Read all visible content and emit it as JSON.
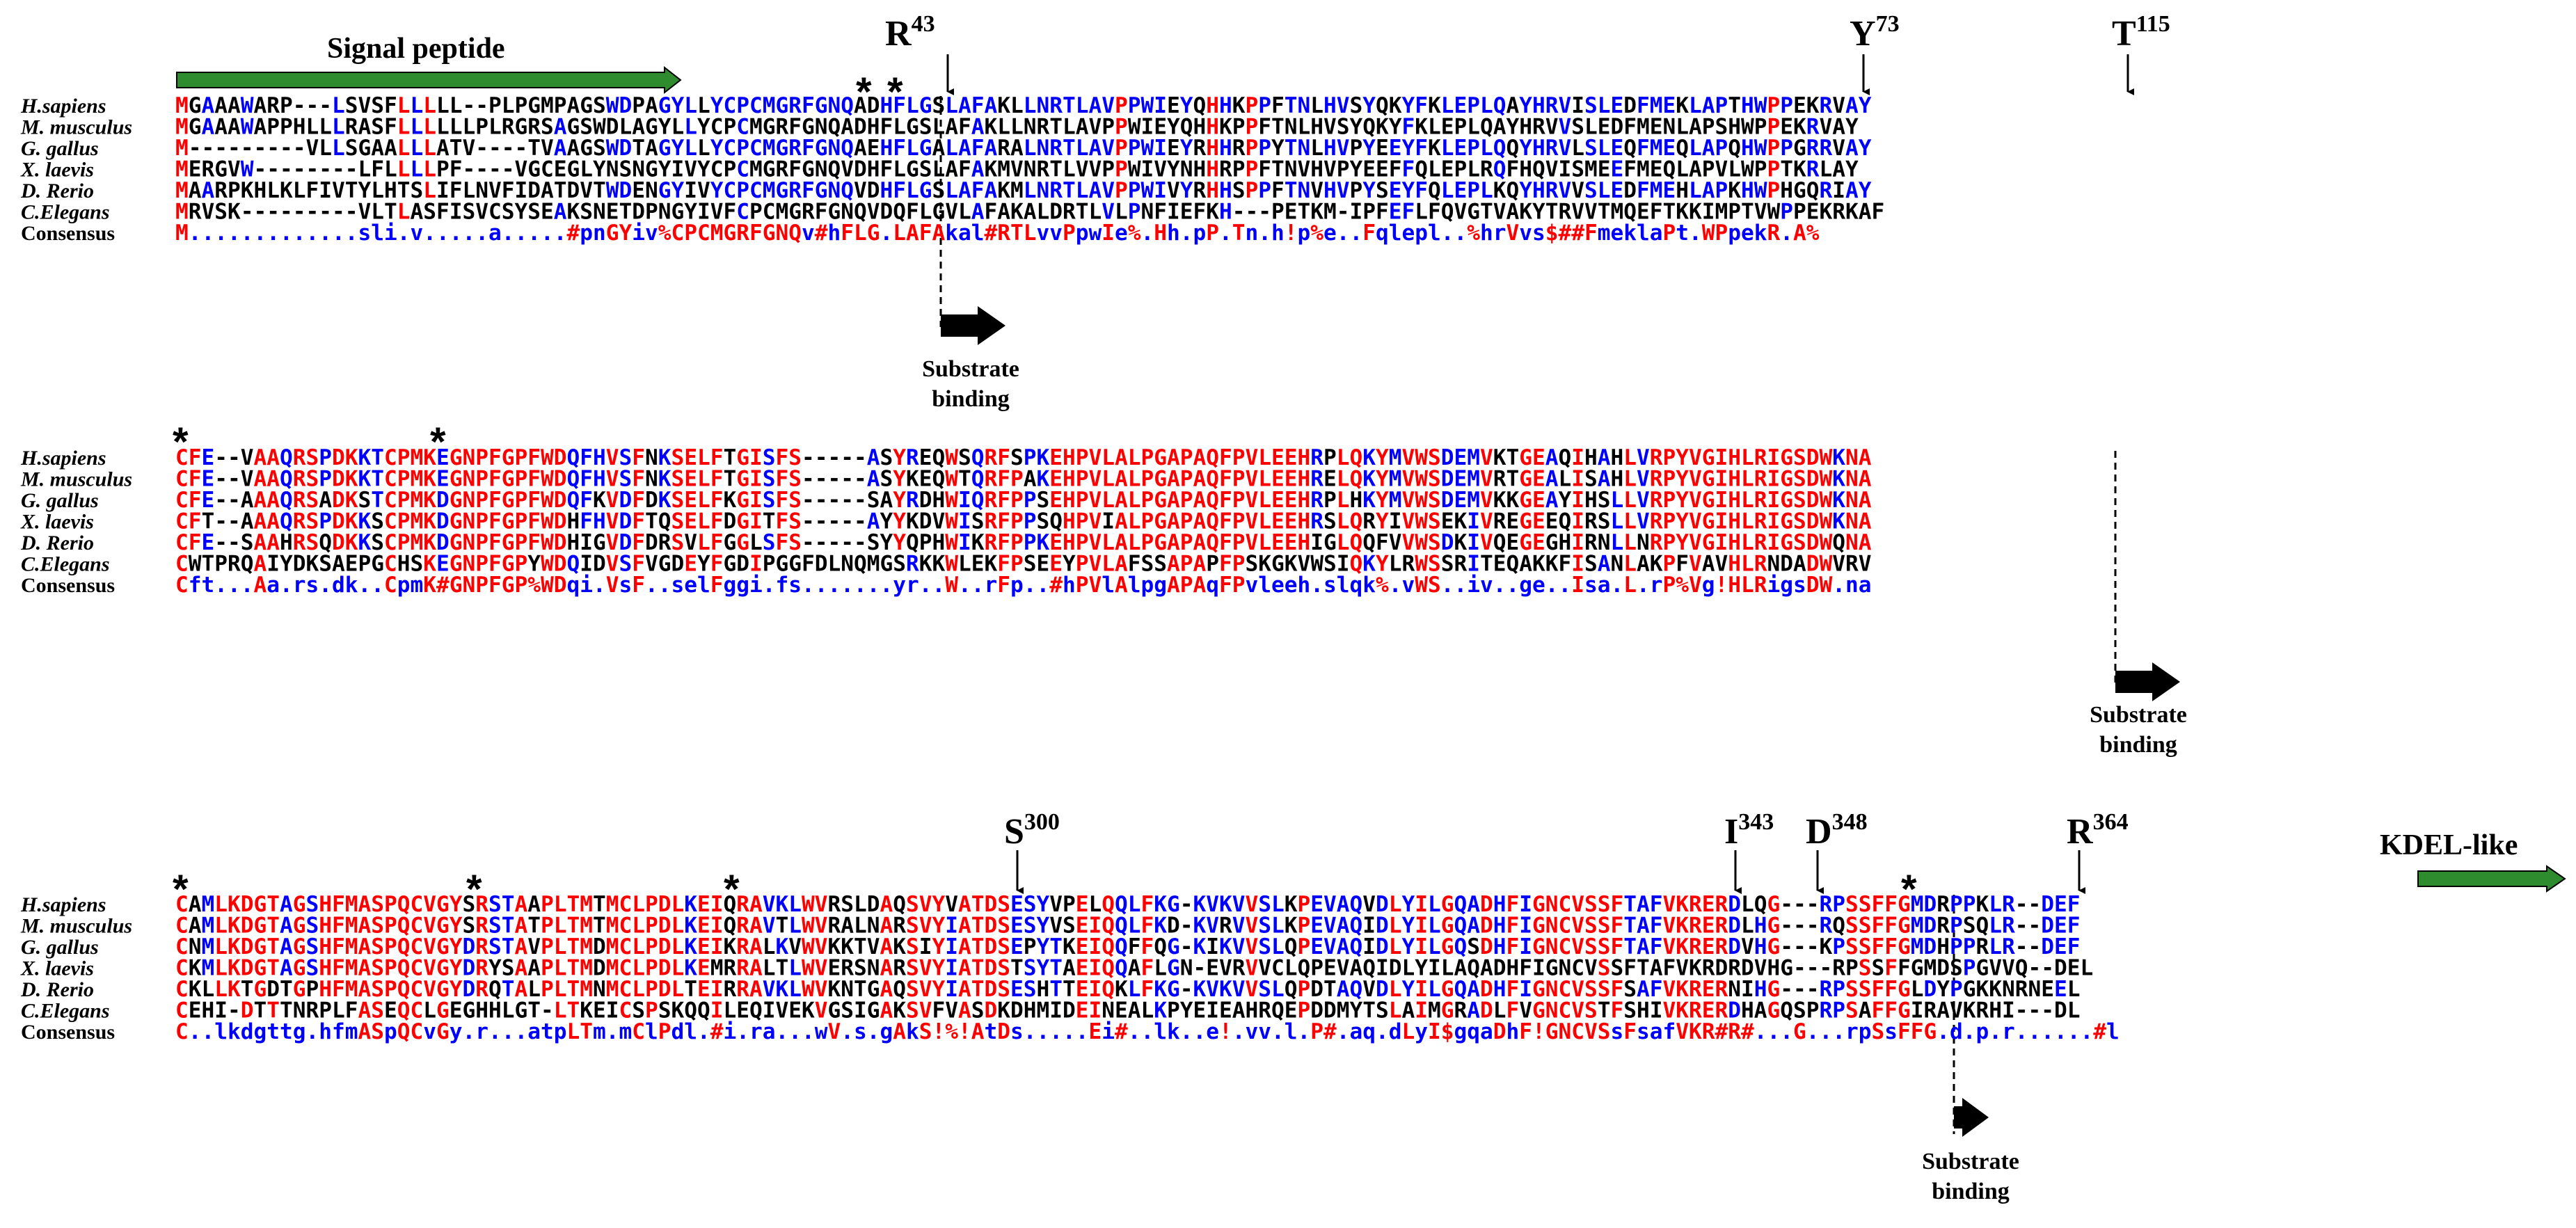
{
  "colors": {
    "identical": "#ff0000",
    "similar": "#0000ff",
    "other": "#000000",
    "arrow_green": "#2e8b2e"
  },
  "blocks": [
    {
      "rows": [
        {
          "label": "H.sapiens",
          "seq": "MGAAAWARP---LSVSFLLLLL--PLPGMPAGSWDPAGYLLYCPCMGRFGNQADHFLGSLAFAKLLNRTLAVPPWIEYQHHKPPFTNLHVSYQKYFKLEPLQAYHRVISLEDFMEKLAPTHWPPEKRVAY"
        },
        {
          "label": "M. musculus",
          "seq": "MGAAAWAPPHLLLRASFLLLLLLPLRGRSAGSWDLAGYLLYCPCMGRFGNQADHFLGSLAFAKLLNRTLAVPPWIEYQHHKPPFTNLHVSYQKYFKLEPLQAYHRVVSLEDFMENLAPSHWPPEKRVAY"
        },
        {
          "label": "G. gallus",
          "seq": "M---------VLLSGAALLLATV----TVAAGSWDTAGYLLYCPCMGRFGNQAEHFLGALAFARALNRTLAVPPWIEYRHHRPPYTNLHVPYEEYFKLEPLQQYHRVLSLEQFMEQLAPQHWPPGRRVAY"
        },
        {
          "label": "X. laevis",
          "seq": "MERGVW--------LFLLLLPF----VGCEGLYNSNGYIVYCPCMGRFGNQVDHFLGSLAFAKMVNRTLVVPPWIVYNHHRPPFTNVHVPYEEFFQLEPLRQFHQVISMEEFMEQLAPVLWPPTKRLAY"
        },
        {
          "label": "D. Rerio",
          "seq": "MAARPKHLKLFIVTYLHTSLIFLNVFIDATDVTWDENGYIVYCPCMGRFGNQVDHFLGSLAFAKMLNRTLAVPPWIVYRHHSPPFTNVHVPYSEYFQLEPLKQYHRVVSLEDFMEHLAPKHWPHGQRIAY"
        },
        {
          "label": "C.Elegans",
          "seq": "MRVSK---------VLTLASFISVCSYSEAKSNETDPNGYIVFCPCMGRFGNQVDQFLGVLAFAKALDRTLVLPNFIEFKH---PETKM-IPFEFLFQVGTVAKYTRVVTMQEFTKKIMPTVWPPEKRKAF"
        },
        {
          "label": "Consensus",
          "seq": "M.............sli.v.....a.....#pnGYiv%CPCMGRFGNQv#hFLG.LAFAkal#RTLvvPpwIe%.Hh.pP.Tn.h!p%e..Fqlepl..%hrVvs$##FmeklaPt.WPpekR.A%"
        }
      ]
    },
    {
      "rows": [
        {
          "label": "H.sapiens",
          "seq": "CFE--VAAQRSPDKKTCPMKEGNPFGPFWDQFHVSFNKSELFTGISFS-----ASYREQWSQRFSPKEHPVLALPGAPAQFPVLEEHRPLQKYMVWSDEMVKTGEAQIHAHLVRPYVGIHLRIGSDWKNA"
        },
        {
          "label": "M. musculus",
          "seq": "CFE--VAAQRSPDKKTCPMKEGNPFGPFWDQFHVSFNKSELFTGISFS-----ASYKEQWTQRFPAKEHPVLALPGAPAQFPVLEEHRELQKYMVWSDEMVRTGEALISAHLVRPYVGIHLRIGSDWKNA"
        },
        {
          "label": "G. gallus",
          "seq": "CFE--AAAQRSADKSTCPMKDGNPFGPFWDQFKVDFDKSELFKGISFS-----SAYRDHWIQRFPPSEHPVLALPGAPAQFPVLEEHRPLHKYMVWSDEMVKKGEAYIHSLLVRPYVGIHLRIGSDWKNA"
        },
        {
          "label": "X. laevis",
          "seq": "CFT--AAAQRSPDKKSCPMKDGNPFGPFWDHFHVDFTQSELFDGITFS-----AYYKDVWISRFPPSQHPVIALPGAPAQFPVLEEHRSLQRYIVWSEKIVREGEEQIRSLLVRPYVGIHLRIGSDWKNA"
        },
        {
          "label": "D. Rerio",
          "seq": "CFE--SAAHRSQDKKSCPMKDGNPFGPFWDHIGVDFDRSVLFGGLSFS-----SYYQPHWIKRFPPKEHPVLALPGAPAQFPVLEEHIGLQQFVVWSDKIVQEGEGHIRNLLNRPYVGIHLRIGSDWQNA"
        },
        {
          "label": "C.Elegans",
          "seq": "CWTPRQAIYDKSAEPGCHSKEGNPFGPYWDQIDVSFVGDEYFGDIPGGFDLNQMGSRKKWLEKFPSEEYPVLAFSSAPAPFPSKGKVWSIQKYLRWSSRITEQAKKFISANLAKPFVAVHLRNDADWVRV"
        },
        {
          "label": "Consensus",
          "seq": "Cft...Aa.rs.dk..CpmK#GNPFGP%WDqi.VsF..selFggi.fs.......yr..W..rFp..#hPVlAlpgAPAqFPvleeh.slqk%.vWS..iv..ge..Isa.L.rP%Vg!HLRigsDW.na"
        }
      ]
    },
    {
      "rows": [
        {
          "label": "H.sapiens",
          "seq": "CAMLKDGTAGSHFMASPQCVGYSRSTAAPLTMTMCLPDLKEIQRAVKLWVRSLDAQSVYVATDSESYVPELQQLFKG-KVKVVSLKPEVAQVDLYILGQADHFIGNCVSSFTAFVKRERDLQG---RPSSFFGMDRPPKLR--DEF"
        },
        {
          "label": "M. musculus",
          "seq": "CAMLKDGTAGSHFMASPQCVGYSRSTATPLTMTMCLPDLKEIQRAVTLWVRALNARSVYIATDSESYVSEIQQLFKD-KVRVVSLKPEVAQIDLYILGQADHFIGNCVSSFTAFVKRERDLHG---RQSSFFGMDRPSQLR--DEF"
        },
        {
          "label": "G. gallus",
          "seq": "CNMLKDGTAGSHFMASPQCVGYDRSTAVPLTMDMCLPDLKEIKRALKVWVKKTVAKSIYIATDSEPYTKEIQQFFQG-KIKVVSLQPEVAQIDLYILGQSDHFIGNCVSSFTAFVKRERDVHG---KPSSFFGMDHPPRLR--DEF"
        },
        {
          "label": "X. laevis",
          "seq": "CKMLKDGTAGSHFMASPQCVGYDRYSAAPLTMDMCLPDLKEMRRALTLWVERSNARSVYIATDSTSYTAEIQQAFLGN-EVRVVCLQPEVAQIDLYILAQADHFIGNCVSSFTAFVKRDRDVHG---RPSSFFGMDSPGVVQ--DEL"
        },
        {
          "label": "D. Rerio",
          "seq": "CKLLKTGDTGPHFMASPQCVGYDRQTALPLTMNMCLPDLTEIRRAVKLWVKNTGAQSVYIATDSESHTTEIQKLFKG-KVKVVSLQPDTAQVDLYILGQADHFIGNCVSSFSAFVKRERNIHG---RPSSFFGLDYPGKKNRNEEL"
        },
        {
          "label": "C.Elegans",
          "seq": "CEHI-DTTTNRPLFASEQCLGEGHHLGT-LTKEICSPSKQQILEQIVEKVGSIGAKSVFVASDKDHMIDEINEALKPYEIEAHRQEPDDMYTSLAIMGRADLFVGNCVSTFSHIVKRERDHAGQSPRPSAFFGIRAVKRHI---DL"
        },
        {
          "label": "Consensus",
          "seq": "C..lkdgttg.hfmASpQCvGy.r...atpLTm.mClPdl.#i.ra...wV.s.gAkS!%!AtDs.....Ei#..lk..e!.vv.l.P#.aq.dLyI$gqaDhF!GNCVSsFsafVKR#R#...G...rpSsFFG.d.p.r......#l"
        }
      ]
    }
  ],
  "annotations": {
    "signal_peptide": "Signal peptide",
    "kdel": "KDEL-like",
    "substrate_binding_line1": "Substrate",
    "substrate_binding_line2": "binding",
    "star": "*",
    "residues": [
      {
        "letter": "R",
        "num": "43"
      },
      {
        "letter": "Y",
        "num": "73"
      },
      {
        "letter": "T",
        "num": "115"
      },
      {
        "letter": "S",
        "num": "300"
      },
      {
        "letter": "I",
        "num": "343"
      },
      {
        "letter": "D",
        "num": "348"
      },
      {
        "letter": "R",
        "num": "364"
      }
    ]
  }
}
